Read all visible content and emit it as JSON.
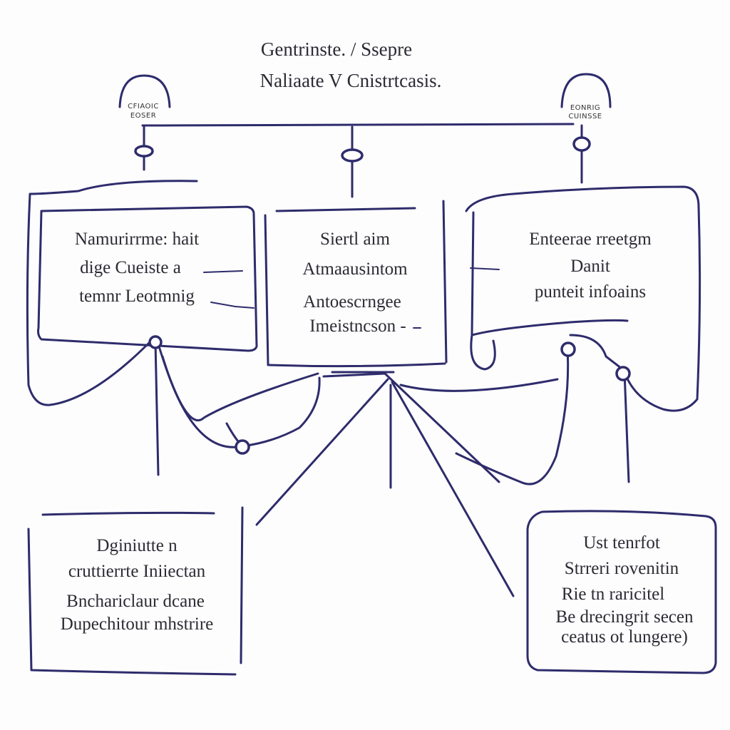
{
  "title": {
    "line1": "Gentrinste. / Ssepre",
    "line2": "Naliaate V Cnistrtcasis."
  },
  "corner_labels": {
    "left": {
      "line1": "CFIAOIC",
      "line2": "EOSER"
    },
    "right": {
      "line1": "EONRIG",
      "line2": "CUINSSE"
    }
  },
  "boxes": {
    "top_left": {
      "lines": [
        "Namurirrme: hait",
        "dige Cueiste a",
        "temnr Leotmnig"
      ]
    },
    "top_center": {
      "lines": [
        "Siertl aim",
        "Atmaausintom",
        "Antoescrngee",
        "Imeistncson -"
      ]
    },
    "top_right": {
      "lines": [
        "Enteerae rreetgm",
        "Danit",
        "punteit infoains"
      ]
    },
    "bottom_left": {
      "lines": [
        "Dginiutte n",
        "cruttierrte Iniiectan",
        "Bnchariclaur dcane",
        "Dupechitour mhstrire"
      ]
    },
    "bottom_right": {
      "lines": [
        "Ust tenrfot",
        "Strreri rovenitin",
        "Rie tn raricitel",
        "Be drecingrit secen",
        "ceatus ot lungere)"
      ]
    }
  },
  "colors": {
    "ink": "#2e2c6b",
    "text": "#2b2b33",
    "background": "#fdfdfe"
  }
}
